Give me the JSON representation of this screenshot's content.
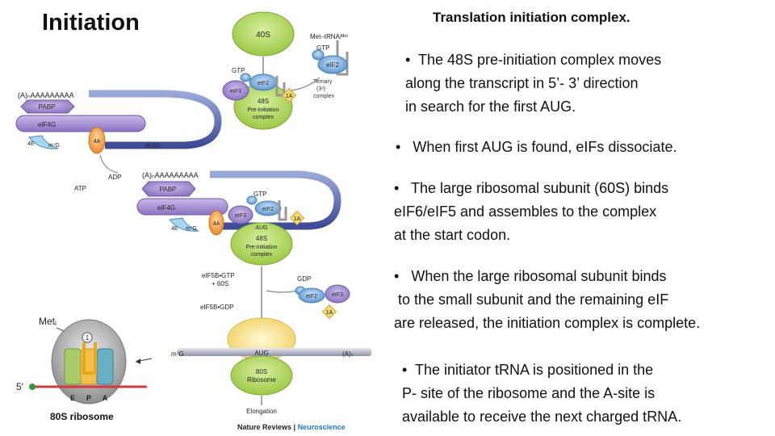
{
  "slide": {
    "title": "Initiation",
    "subtitle": "Translation initiation complex."
  },
  "bullets": [
    {
      "marker": "•",
      "lines": [
        "The 48S pre-initiation complex moves",
        "along the transcript in 5’- 3’ direction",
        "in search for the first AUG."
      ]
    },
    {
      "marker": "•",
      "lines": [
        "When first AUG is found, eIFs dissociate."
      ]
    },
    {
      "marker": "•",
      "lines": [
        "The large ribosomal subunit (60S) binds",
        "eIF6/eIF5 and assembles to the complex",
        "at the start codon."
      ]
    },
    {
      "marker": "•",
      "lines": [
        "When the large ribosomal subunit binds",
        "to the small subunit and the remaining eIF",
        "are released, the initiation complex is complete."
      ]
    },
    {
      "marker": "•",
      "lines": [
        "The initiator tRNA is positioned in the",
        "P- site of the ribosome and the A-site is",
        "available to receive the next charged tRNA."
      ]
    }
  ],
  "diagram": {
    "top": {
      "subunit_40s": "40S",
      "met_trna": "Met–tRNAᵢᴹᵉᵗ",
      "gtp": "GTP",
      "eif2": "eIF2",
      "eif3": "eIF3",
      "one_a": "1A",
      "ternary_1": "Ternary",
      "ternary_2": "(3ᵃ)",
      "ternary_3": "complex",
      "preinit_1": "48S",
      "preinit_2": "Pre-initiation",
      "preinit_3": "complex"
    },
    "scan": {
      "polya": "(A)ₙAAAAAAAAA",
      "pabp": "PABP",
      "eif4g": "eIF4G",
      "fourE": "4E",
      "m7g": "m⁷G",
      "fourA": "4A",
      "aug": "AUG",
      "adp": "ADP",
      "atp": "ATP"
    },
    "assembled": {
      "polya": "(A)ₙAAAAAAAAA",
      "pabp": "PABP",
      "eif4g": "eIF4G",
      "fourE": "4E",
      "m7g": "m⁷G",
      "fourA": "4A",
      "eif3": "eIF3",
      "gtp": "GTP",
      "eif2": "eIF2",
      "one_a": "1A",
      "aug": "AUG",
      "preinit_1": "48S",
      "preinit_2": "Pre-initiation",
      "preinit_3": "complex"
    },
    "join": {
      "eif5b_gtp_1": "eIF5B•GTP",
      "eif5b_gtp_2": "+ 60S",
      "eif5b_gdp": "eIF5B•GDP",
      "gdp": "GDP",
      "eif2": "eIF2",
      "eif3": "eIF3",
      "one_a": "1A"
    },
    "final": {
      "m7g": "m⁷G",
      "aug": "AUG",
      "polya": "(A)ₙ",
      "ribosome_1": "80S",
      "ribosome_2": "Ribosome",
      "elongation": "Elongation"
    },
    "inset": {
      "met": "Metᵢ",
      "circle_1": "1",
      "five_prime": "5′",
      "site_e": "E",
      "site_p": "P",
      "site_a": "A",
      "label": "80S ribosome"
    },
    "credit_journal": "Nature Reviews",
    "credit_sep": " | ",
    "credit_field": "Neuroscience"
  },
  "colors": {
    "green_subunit": "#b9d96a",
    "purple_eif": "#a58fcf",
    "mrna_blue": "#4f5aa6",
    "orange_4a": "#f0a04a",
    "yellow_1a": "#f6d873",
    "blue_eif2": "#6fa8dc"
  }
}
